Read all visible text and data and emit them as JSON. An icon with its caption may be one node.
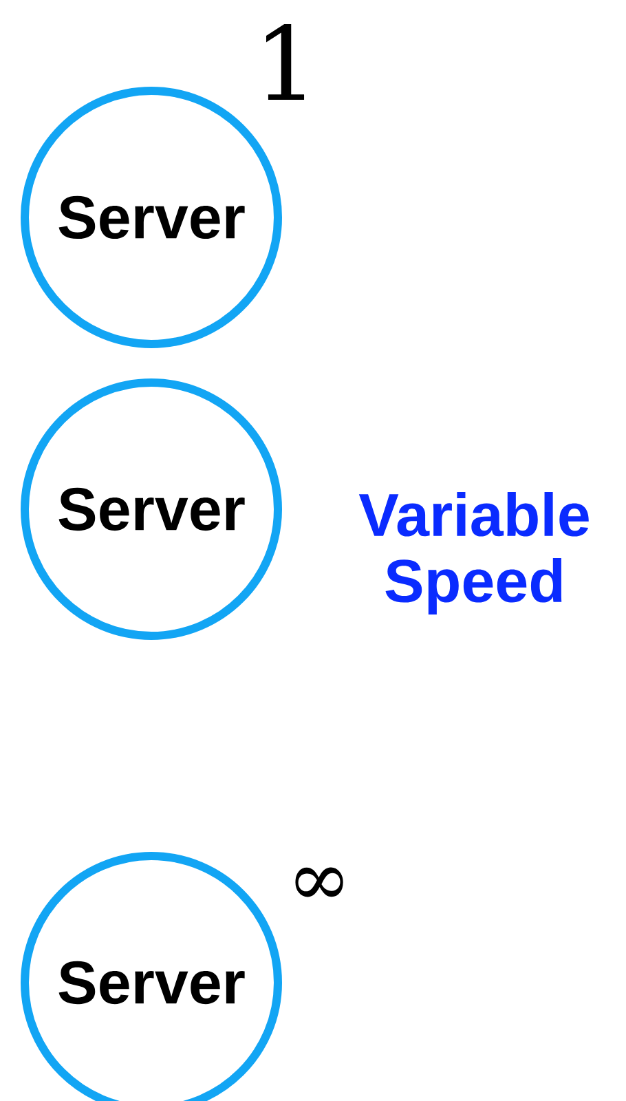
{
  "diagram": {
    "nodes": [
      {
        "text": [
          "Server"
        ],
        "beside": [
          "1"
        ]
      },
      {
        "text": [
          "Server"
        ],
        "beside": [
          "Variable Speed"
        ]
      },
      {
        "text": [
          "Server"
        ],
        "beside": [
          "∞"
        ]
      }
    ]
  }
}
